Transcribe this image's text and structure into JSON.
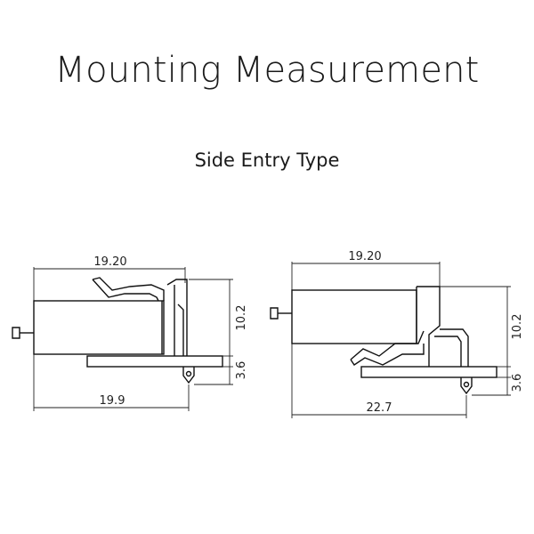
{
  "header": {
    "title": "Mounting Measurement",
    "subtitle": "Side Entry Type"
  },
  "left_drawing": {
    "dim_top": "19.20",
    "dim_bottom": "19.9",
    "dim_height": "10.2",
    "dim_base": "3.6"
  },
  "right_drawing": {
    "dim_top": "19.20",
    "dim_bottom": "22.7",
    "dim_height": "10.2",
    "dim_base": "3.6"
  }
}
